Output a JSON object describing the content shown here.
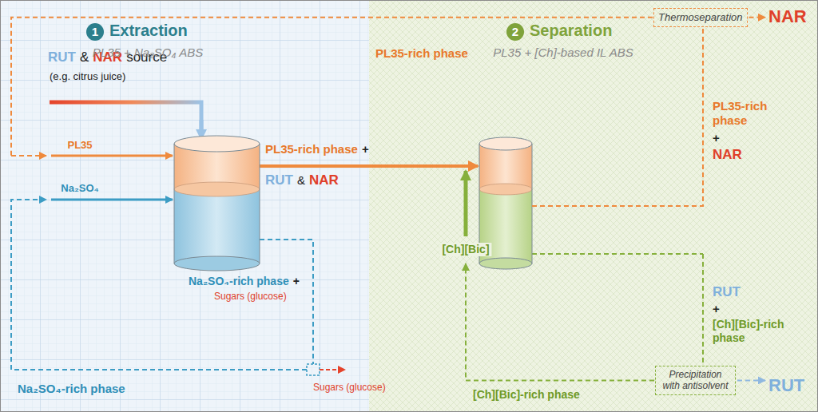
{
  "diagram": {
    "nodes": [
      {
        "text": [
          "1",
          "Extraction",
          "PL35 + Na₂SO₄ ABS"
        ]
      },
      {
        "text": [
          "2",
          "Separation",
          "PL35 + [Ch]-based IL ABS"
        ]
      },
      {
        "text": [
          "Thermoseparation"
        ],
        "in": 1
      },
      {
        "text": [
          "Precipitation with antisolvent"
        ],
        "in": 1
      }
    ],
    "labels": [
      "RUT",
      "&",
      "NAR",
      "source",
      "(e.g. citrus juice)",
      "PL35",
      "Na₂SO₄",
      "PL35-rich phase",
      "+",
      "RUT",
      "&",
      "NAR",
      "Na₂SO₄-rich phase",
      "+",
      "Sugars (glucose)",
      "Sugars (glucose)",
      "Na₂SO₄-rich phase",
      "PL35-rich phase",
      "NAR",
      "PL35-rich phase",
      "+",
      "NAR",
      "[Ch][Bic]",
      "RUT",
      "+",
      "[Ch][Bic]-rich phase",
      "RUT",
      "[Ch][Bic]-rich phase"
    ]
  }
}
